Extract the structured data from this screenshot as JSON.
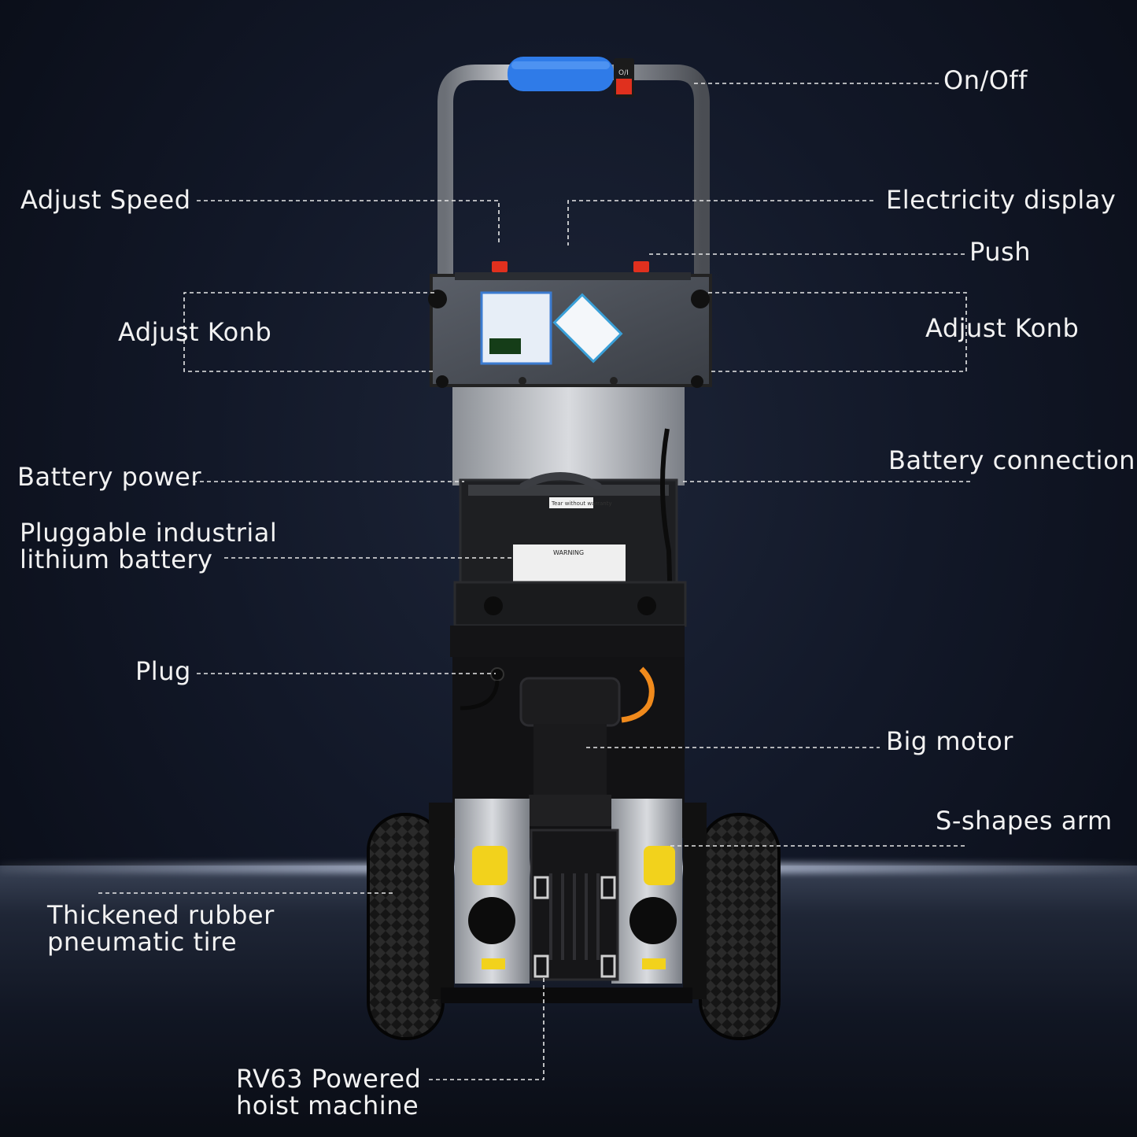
{
  "labels": {
    "on_off": "On/Off",
    "adjust_speed": "Adjust Speed",
    "electricity_display": "Electricity display",
    "push": "Push",
    "adjust_knob_left": "Adjust Konb",
    "adjust_knob_right": "Adjust Konb",
    "battery_power": "Battery power",
    "battery_connection": "Battery connection",
    "pluggable_battery_line1": "Pluggable industrial",
    "pluggable_battery_line2": "lithium battery",
    "plug": "Plug",
    "big_motor": "Big motor",
    "s_shapes_arm": "S-shapes arm",
    "tire_line1": "Thickened rubber",
    "tire_line2": "pneumatic tire",
    "hoist_line1": "RV63 Powered",
    "hoist_line2": "hoist machine"
  },
  "product": {
    "sticker_box": "Tear without warranty",
    "sticker_warning": "WARNING",
    "handle_switch": "O/I"
  },
  "colors": {
    "background": "#0d1220",
    "label_text": "#f2f2f2",
    "leader_line": "#e8e8e8",
    "handle_grip": "#2f7be8",
    "switch_red": "#e0301e",
    "roller_yellow": "#f2d21c",
    "hose_orange": "#f08a1c"
  }
}
